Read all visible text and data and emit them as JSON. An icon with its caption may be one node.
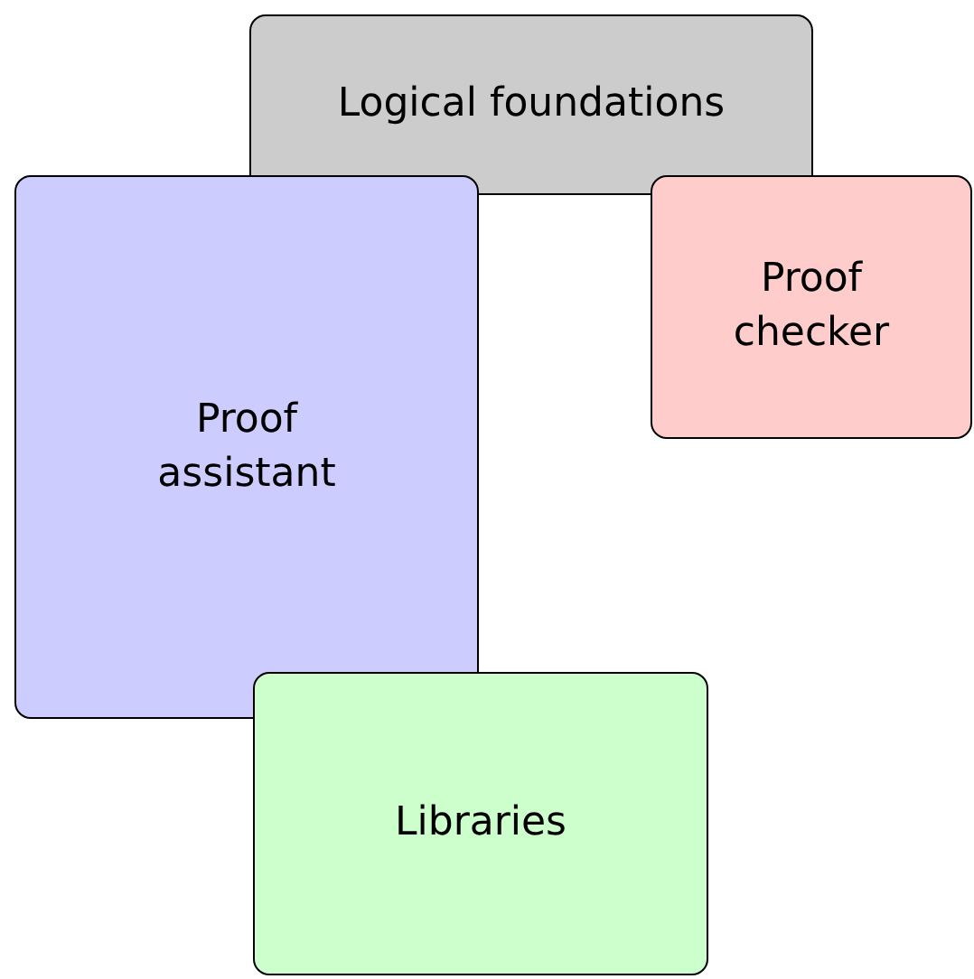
{
  "diagram": {
    "nodes": [
      {
        "text": [
          "Logical foundations"
        ]
      },
      {
        "text": [
          "Proof assistant"
        ]
      },
      {
        "text": [
          "Proof checker"
        ]
      },
      {
        "text": [
          "Libraries"
        ]
      }
    ],
    "edges": []
  }
}
